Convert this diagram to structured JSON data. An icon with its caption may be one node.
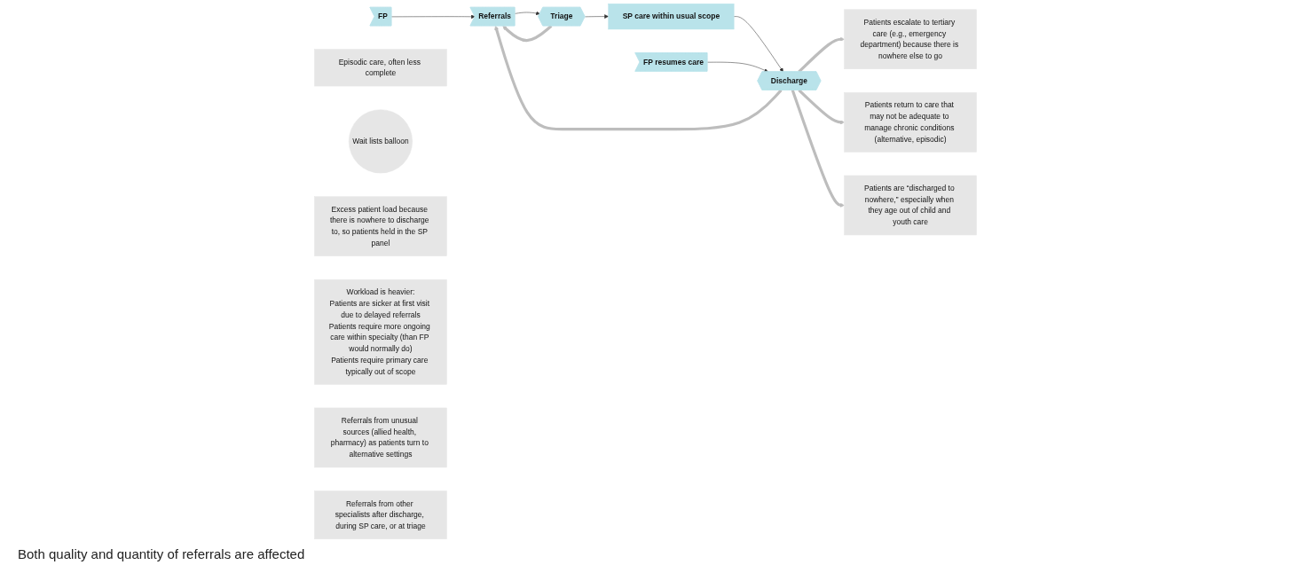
{
  "diagram": {
    "nodes": [
      {
        "text": [
          "FP"
        ]
      },
      {
        "text": [
          "Referrals"
        ]
      },
      {
        "text": [
          "Triage"
        ]
      },
      {
        "text": [
          "SP care within usual scope"
        ]
      },
      {
        "text": [
          "Discharge"
        ]
      },
      {
        "text": [
          "FP resumes care"
        ]
      },
      {
        "text": [
          "Episodic care, often less complete"
        ]
      },
      {
        "text": [
          "Wait lists balloon"
        ]
      },
      {
        "text": [
          "Excess patient load because there is nowhere to discharge to, so patients held in the SP panel"
        ]
      },
      {
        "text": [
          "Workload is heavier:",
          "Patients are sicker at first visit due to delayed referrals",
          "Patients require more ongoing care within specialty (than FP would normally do)",
          "Patients require primary care typically out of scope"
        ]
      },
      {
        "text": [
          "Referrals from unusual sources (allied health, pharmacy) as patients turn to alternative settings"
        ]
      },
      {
        "text": [
          "Referrals from other specialists after discharge, during SP care, or at triage"
        ]
      },
      {
        "text": [
          "Patients escalate to tertiary care (e.g., emergency department) because there is nowhere else to go"
        ]
      },
      {
        "text": [
          "Patients return to care that may not be adequate to manage chronic conditions (alternative, episodic)"
        ]
      },
      {
        "text": [
          "Patients are “discharged to nowhere,” especially when they age out of child and youth care"
        ]
      }
    ],
    "edges": [
      {
        "from": 0,
        "to": 1,
        "arrow": "to"
      },
      {
        "from": 1,
        "to": 2,
        "arrow": "to"
      },
      {
        "from": 2,
        "to": 3,
        "arrow": "to"
      },
      {
        "from": 3,
        "to": 4,
        "arrow": "to"
      },
      {
        "from": 5,
        "to": 4,
        "arrow": "to"
      },
      {
        "from": 2,
        "to": 1,
        "arrow": "to",
        "style": "thick",
        "color": "#bdbdbd"
      },
      {
        "from": 4,
        "to": 1,
        "arrow": "to",
        "style": "thick",
        "color": "#bdbdbd"
      },
      {
        "from": 4,
        "to": 12,
        "arrow": "to",
        "style": "thick",
        "color": "#bdbdbd"
      },
      {
        "from": 4,
        "to": 13,
        "arrow": "to",
        "style": "thick",
        "color": "#bdbdbd"
      },
      {
        "from": 4,
        "to": 14,
        "arrow": "to",
        "style": "thick",
        "color": "#bdbdbd"
      }
    ],
    "labels": [
      "Both quality and quantity of referrals are affected"
    ]
  }
}
